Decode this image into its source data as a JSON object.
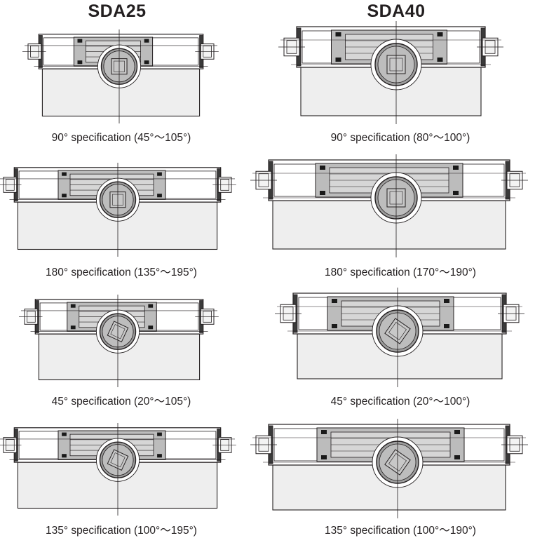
{
  "headers": {
    "left": "SDA25",
    "right": "SDA40"
  },
  "left_column": [
    {
      "id": "sda25-90",
      "caption": "90° specification (45°～105°)",
      "rot": 0
    },
    {
      "id": "sda25-180",
      "caption": "180° specification (135°～195°)",
      "rot": 0
    },
    {
      "id": "sda25-45",
      "caption": "45° specification (20°～105°)",
      "rot": 25
    },
    {
      "id": "sda25-135",
      "caption": "135° specification (100°～195°)",
      "rot": 25
    }
  ],
  "right_column": [
    {
      "id": "sda40-90",
      "caption": "90° specification (80°～100°)",
      "rot": 0
    },
    {
      "id": "sda40-180",
      "caption": "180° specification (170°～190°)",
      "rot": 0
    },
    {
      "id": "sda40-45",
      "caption": "45° specification (20°～100°)",
      "rot": 35
    },
    {
      "id": "sda40-135",
      "caption": "135° specification (100°～190°)",
      "rot": 35
    }
  ]
}
